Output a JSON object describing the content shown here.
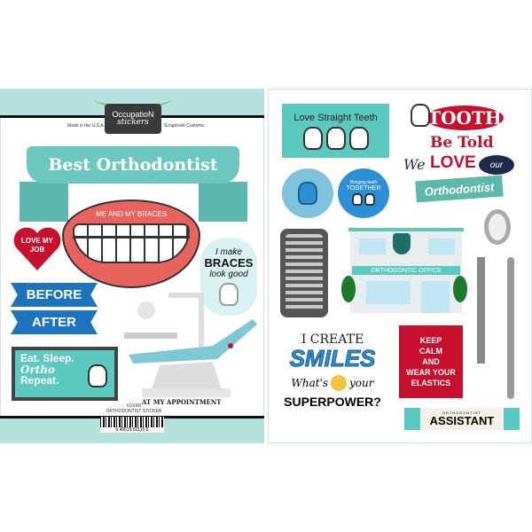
{
  "left_sheet": {
    "brand": {
      "line1": "OccupatioN",
      "line2": "stickers",
      "made_in": "Made in the U.S.A. by",
      "company": "Scrapbook Customs"
    },
    "banner": "Best Orthodontist",
    "lips_text": "ME AND MY BRACES",
    "heart": "LOVE MY JOB",
    "bubble": {
      "l1": "I make",
      "l2": "BRACES",
      "l3": "look good"
    },
    "before": "BEFORE",
    "after": "AFTER",
    "eat": {
      "l1": "Eat. Sleep.",
      "l2": "Ortho",
      "l3": "Repeat."
    },
    "appointment": "AT MY APPOINTMENT",
    "sku": "#16000",
    "product": "ORTHODONTIST STICKER",
    "barcode": "6 46619 60115 5"
  },
  "right_sheet": {
    "love_straight": "Love Straight Teeth",
    "together": {
      "l1": "Bringing teeth",
      "l2": "TOGETHER"
    },
    "tooth_be_told": {
      "l1": "TOOTH",
      "l2": "Be Told",
      "l3": "We",
      "l4": "LOVE",
      "l5": "our",
      "l6": "Orthodontist"
    },
    "office": "ORTHODONTIC OFFICE",
    "smiles": {
      "l1": "I CREATE",
      "l2": "SMILES",
      "l3": "What's",
      "l4": "your",
      "l5": "SUPERPOWER?"
    },
    "keep": [
      "KEEP",
      "CALM",
      "AND",
      "WEAR YOUR",
      "ELASTICS"
    ],
    "assistant": {
      "small": "ORTHODONTIST",
      "big": "ASSISTANT"
    }
  },
  "colors": {
    "teal": "#5cc9c0",
    "red": "#c8102e",
    "blue": "#1e73be",
    "lips": "#e8635e"
  }
}
